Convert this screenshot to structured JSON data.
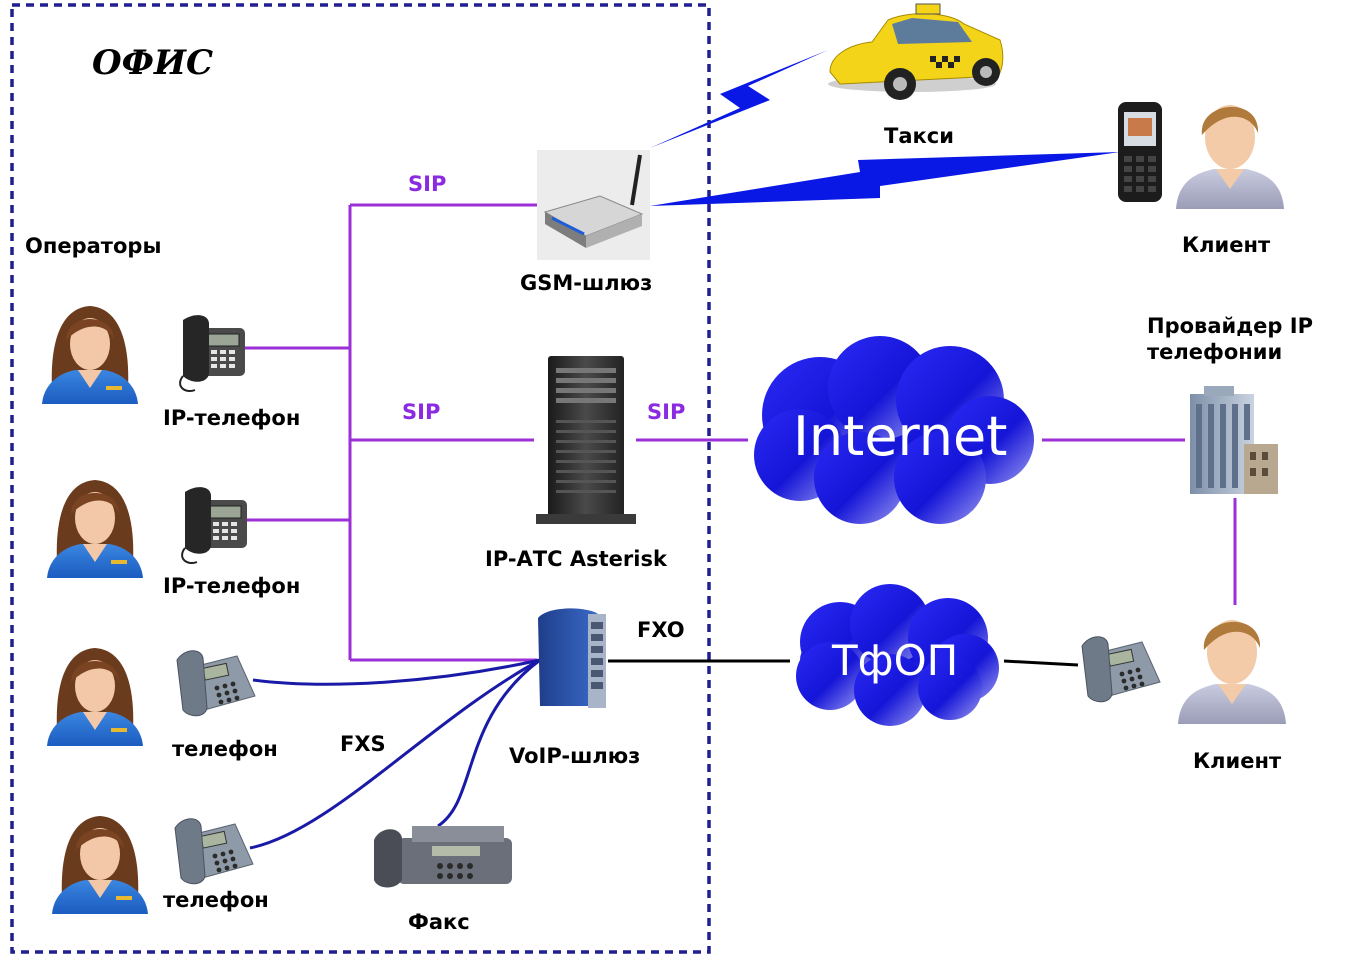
{
  "office": {
    "title": "ОФИС"
  },
  "labels": {
    "operators": "Операторы",
    "ip_phone_1": "IP-телефон",
    "ip_phone_2": "IP-телефон",
    "phone_1": "телефон",
    "phone_2": "телефон",
    "fax": "Факс",
    "gsm_gateway": "GSM-шлюз",
    "ip_pbx": "IP-АТС Asterisk",
    "voip_gateway": "VoIP-шлюз",
    "taxi": "Такси",
    "client_gsm": "Клиент",
    "client_pstn": "Клиент",
    "provider": "Провайдер IP\nтелефонии"
  },
  "links": {
    "sip_gsm": "SIP",
    "sip_pbx_left": "SIP",
    "sip_pbx_right": "SIP",
    "fxo": "FXO",
    "fxs": "FXS"
  },
  "clouds": {
    "internet": "Internet",
    "pstn": "ТфОП"
  },
  "colors": {
    "sip_line": "#9b30d9",
    "analog_line": "#1a1aa8",
    "fxo_line": "#000000",
    "wireless": "#0a18e6",
    "office_border": "#1f1f8f",
    "cloud": "#1f1fe8"
  }
}
